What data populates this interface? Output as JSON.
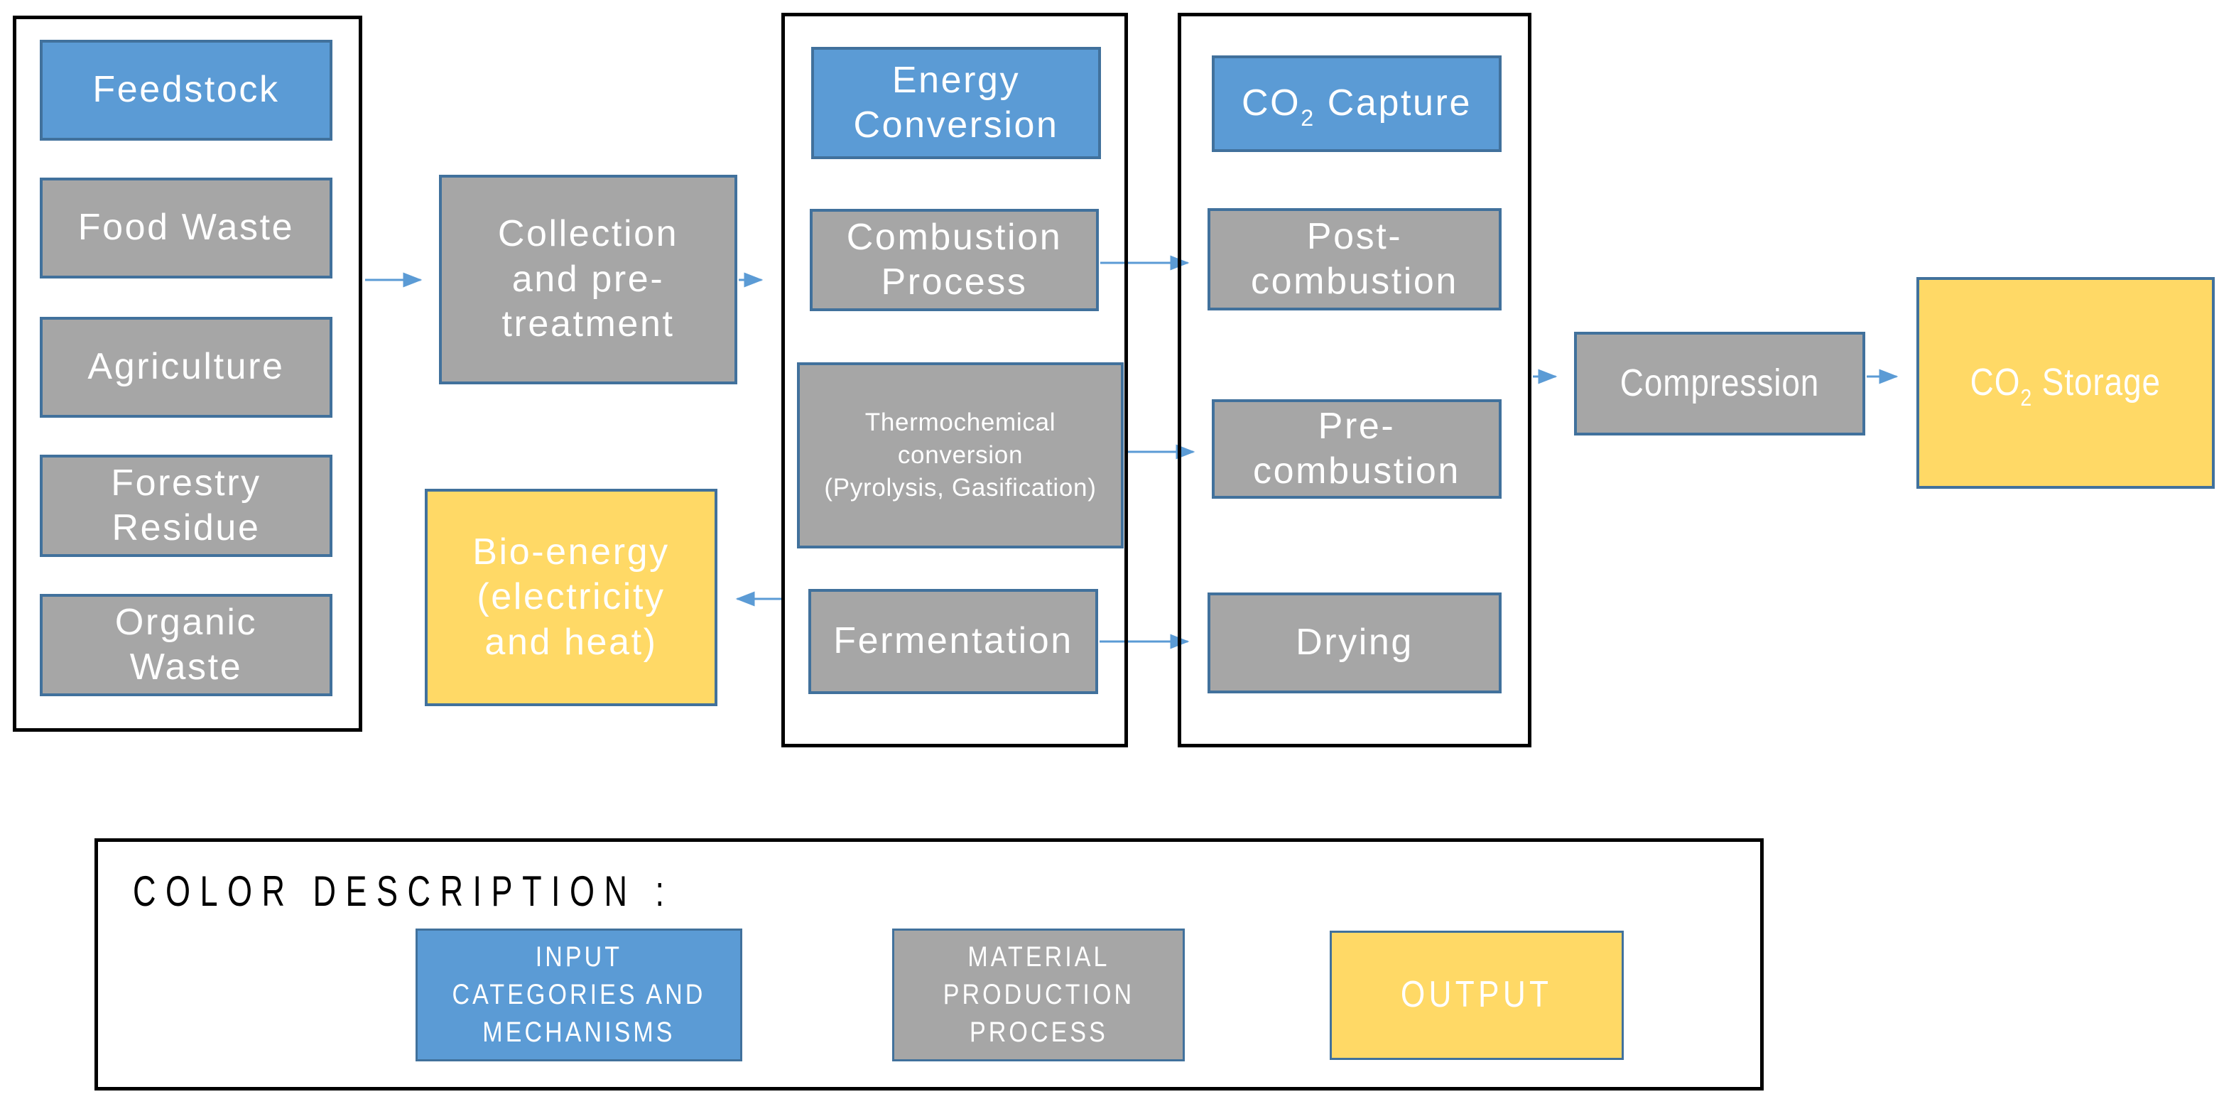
{
  "colors": {
    "input_blue": "#5B9BD5",
    "process_gray": "#A6A6A6",
    "output_yellow": "#FFD966",
    "box_border": "#41719C",
    "arrow": "#5B9BD5",
    "container_border": "#000000"
  },
  "groups": {
    "feedstock": {
      "header": "Feedstock",
      "items": [
        "Food Waste",
        "Agriculture",
        "Forestry\nResidue",
        "Organic\nWaste"
      ]
    },
    "energy_conversion": {
      "header": "Energy\nConversion",
      "items": [
        "Combustion\nProcess",
        "Thermochemical\nconversion\n(Pyrolysis, Gasification)",
        "Fermentation"
      ]
    },
    "co2_capture": {
      "header": {
        "pre": "CO",
        "sub": "2",
        "post": " Capture"
      },
      "items": [
        "Post-\ncombustion",
        "Pre-\ncombustion",
        "Drying"
      ]
    }
  },
  "nodes": {
    "collection": "Collection\nand pre-\ntreatment",
    "bioenergy": "Bio-energy\n(electricity\nand heat)",
    "compression": "Compression",
    "co2_storage": {
      "pre": "CO",
      "sub": "2",
      "post": " Storage"
    }
  },
  "legend": {
    "title": "COLOR DESCRIPTION :",
    "entries": [
      {
        "label": "INPUT\nCATEGORIES AND\nMECHANISMS",
        "color": "#5B9BD5"
      },
      {
        "label": "MATERIAL\nPRODUCTION\nPROCESS",
        "color": "#A6A6A6"
      },
      {
        "label": "OUTPUT",
        "color": "#FFD966"
      }
    ]
  }
}
